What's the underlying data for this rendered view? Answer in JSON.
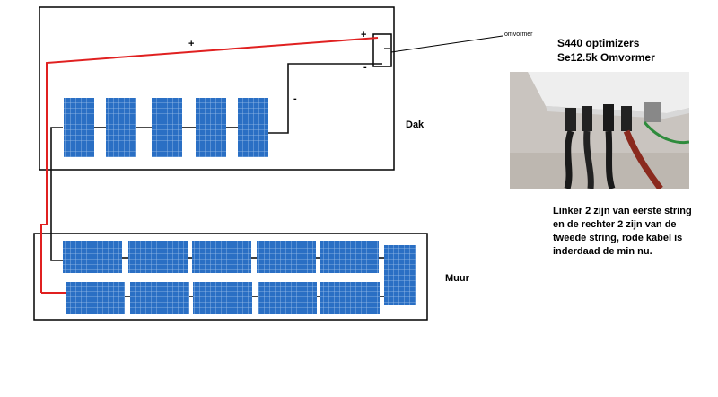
{
  "labels": {
    "omvormer": "omvormer",
    "plus_top": "+",
    "plus_inverter": "+",
    "minus_inverter": "-",
    "minus_wire": "-",
    "dak": "Dak",
    "muur": "Muur"
  },
  "info": {
    "line1": "S440 optimizers",
    "line2": "Se12.5k Omvormer",
    "caption": "Linker 2 zijn van eerste string en de rechter 2 zijn van de tweede string, rode kabel is inderdaad de min nu."
  },
  "photo": {
    "description_icon": "inverter-connectors-photo"
  },
  "colors": {
    "panel": "#2a6fc4",
    "panel_grid": "#9fc0ea",
    "wire_red": "#e02020",
    "wire_black": "#111111",
    "photo_bg": "#c9c4bf"
  },
  "panels": {
    "roof_count": 5,
    "wall_row_top_count": 5,
    "wall_row_bottom_count": 5,
    "wall_vertical_count": 1
  }
}
